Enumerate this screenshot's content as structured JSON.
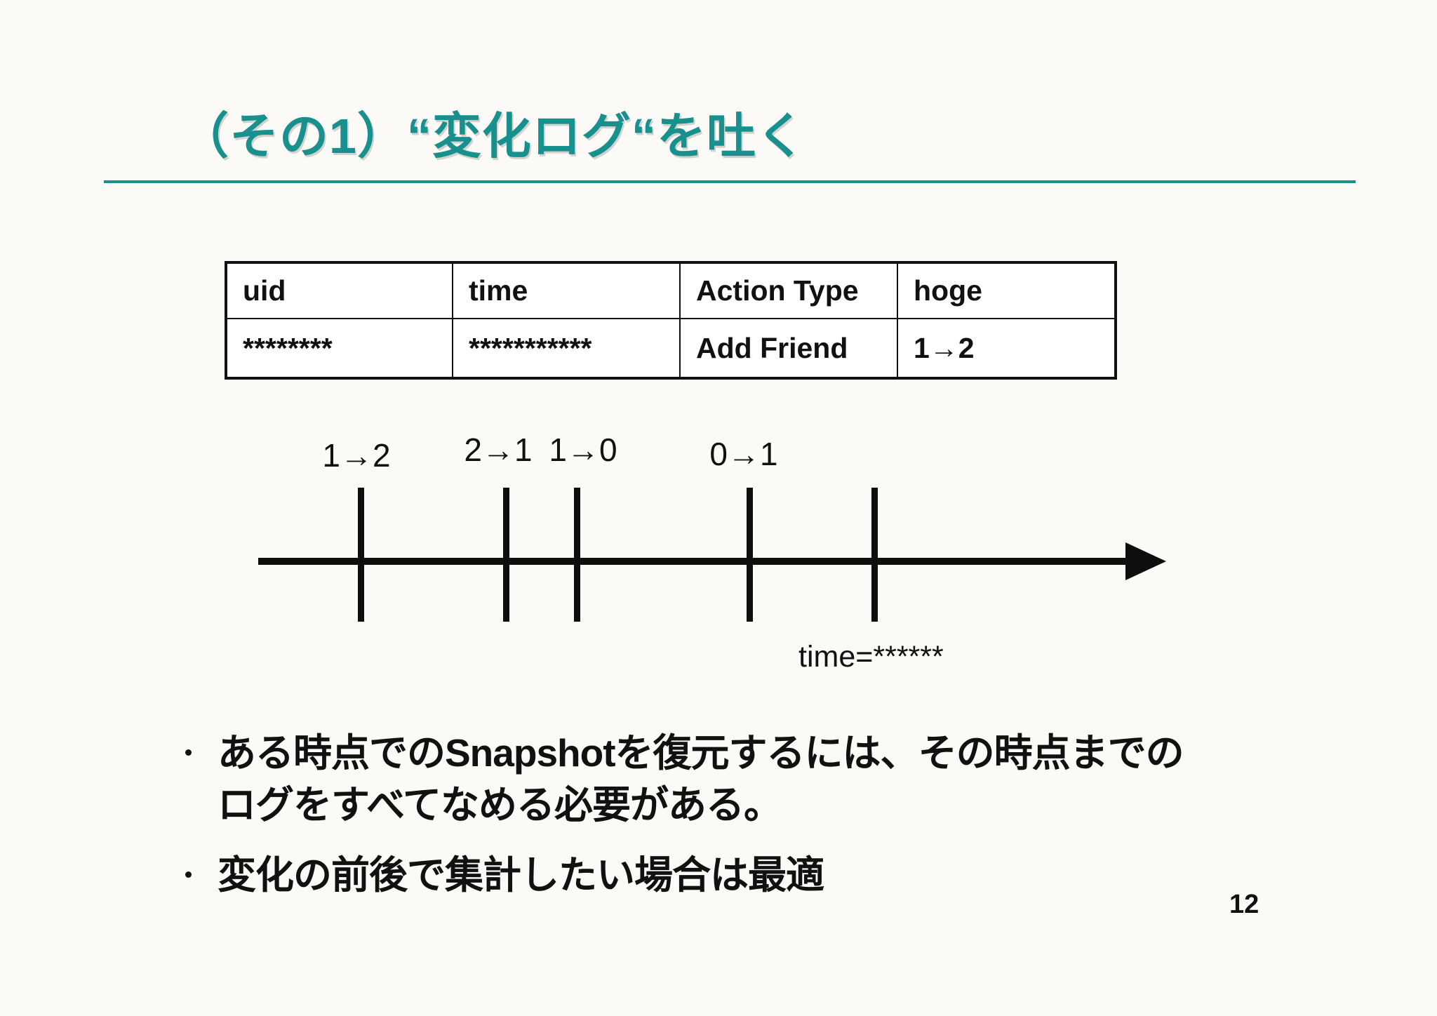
{
  "slide": {
    "title": "（その1）“変化ログ“を吐く",
    "page_number": "12"
  },
  "table": {
    "headers": [
      "uid",
      "time",
      "Action Type",
      "hoge"
    ],
    "rows": [
      [
        "********",
        "***********",
        "Add Friend",
        "1→2"
      ]
    ]
  },
  "timeline": {
    "event_labels": [
      "1→2",
      "2→1",
      "1→0",
      "0→1"
    ],
    "time_label": "time=******"
  },
  "bullets": [
    {
      "lines": [
        "ある時点でのSnapshotを復元するには、その時点までの",
        "ログをすべてなめる必要がある。"
      ]
    },
    {
      "lines": [
        "変化の前後で集計したい場合は最適"
      ]
    }
  ],
  "colors": {
    "accent_teal": "#17908e",
    "text": "#111111"
  }
}
